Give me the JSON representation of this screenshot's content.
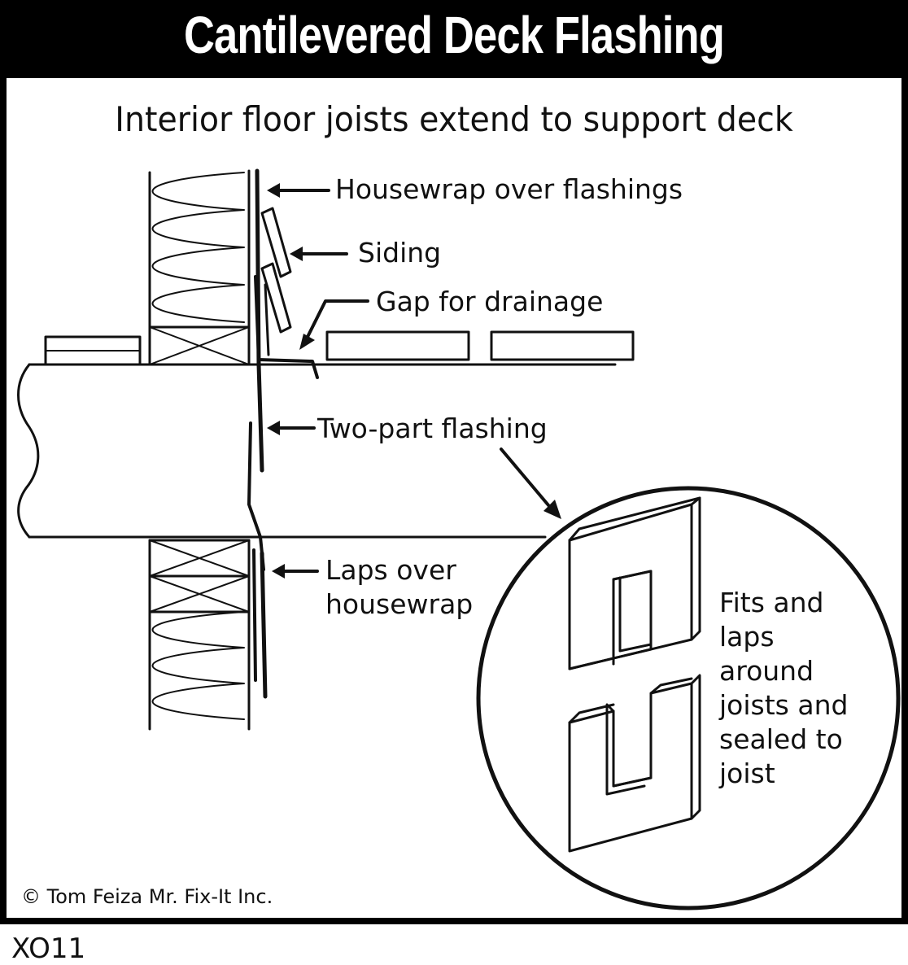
{
  "title": "Cantilevered Deck Flashing",
  "subtitle": "Interior floor joists extend to support deck",
  "labels": {
    "housewrap": "Housewrap over flashings",
    "siding": "Siding",
    "gap": "Gap for drainage",
    "two_part": "Two-part flashing",
    "laps": "Laps over\nhousewrap",
    "fits": "Fits and\nlaps\naround\njoists and\nsealed to\njoist"
  },
  "copyright": "© Tom Feiza Mr. Fix-It Inc.",
  "code": "XO11"
}
